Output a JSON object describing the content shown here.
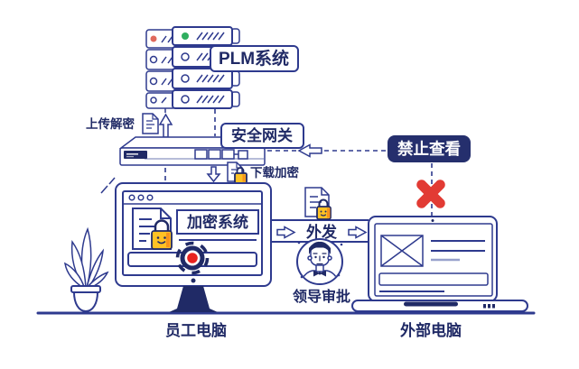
{
  "diagram": {
    "labels": {
      "plm_system": "PLM系统",
      "security_gateway": "安全网关",
      "upload_decrypt": "上传解密",
      "download_encrypt": "下载加密",
      "forbid_view": "禁止查看",
      "encryption_system": "加密系统",
      "outgoing": "外发",
      "leader_approval": "领导审批",
      "employee_computer": "员工电脑",
      "external_computer": "外部电脑"
    },
    "icons": {
      "server_stack": "stacked-server-units",
      "gateway_device": "network-appliance",
      "document": "file-outline",
      "lock": "smiley-padlock",
      "monitor": "desktop-monitor",
      "laptop": "laptop-computer",
      "leader_avatar": "person-in-circle",
      "blocked_cross": "red-x",
      "camera_lens": "red-dot-ring",
      "plant": "potted-plant",
      "flow_arrows": "hollow-outline-arrows"
    },
    "colors": {
      "line": "#2e3a8e",
      "dark": "#202a66",
      "red": "#e23b34",
      "lens_red": "#e8221f",
      "green": "#2fae5f",
      "salmon": "#e0695c",
      "yellow": "#ffc224",
      "orange": "#f7941d",
      "light_line": "#97a1cc",
      "badge_bg": "#252f6d",
      "bg": "#ffffff"
    }
  }
}
